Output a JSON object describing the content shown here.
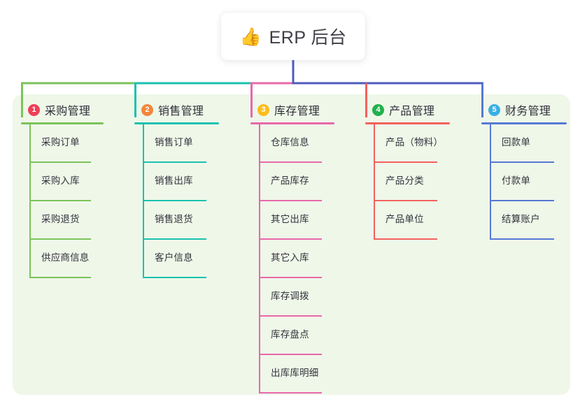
{
  "diagram": {
    "type": "mindmap",
    "title": "ERP 后台",
    "root": {
      "icon": "thumbs-up-icon",
      "emoji": "👍",
      "label": "ERP 后台",
      "stem_color": "#4e5bbd"
    },
    "panel_color": "#eff7e9",
    "branches": [
      {
        "number": "1",
        "label": "采购管理",
        "badge_color": "#ef4056",
        "line_color": "#7bc35a",
        "children": [
          {
            "label": "采购订单"
          },
          {
            "label": "采购入库"
          },
          {
            "label": "采购退货"
          },
          {
            "label": "供应商信息"
          }
        ]
      },
      {
        "number": "2",
        "label": "销售管理",
        "badge_color": "#f2873a",
        "line_color": "#19c2ae",
        "children": [
          {
            "label": "销售订单"
          },
          {
            "label": "销售出库"
          },
          {
            "label": "销售退货"
          },
          {
            "label": "客户信息"
          }
        ]
      },
      {
        "number": "3",
        "label": "库存管理",
        "badge_color": "#fbbd1b",
        "line_color": "#e868aa",
        "children": [
          {
            "label": "仓库信息"
          },
          {
            "label": "产品库存"
          },
          {
            "label": "其它出库"
          },
          {
            "label": "其它入库"
          },
          {
            "label": "库存调拨"
          },
          {
            "label": "库存盘点"
          },
          {
            "label": "出库库明细"
          }
        ]
      },
      {
        "number": "4",
        "label": "产品管理",
        "badge_color": "#22b14c",
        "line_color": "#f4615c",
        "children": [
          {
            "label": "产品（物料）"
          },
          {
            "label": "产品分类"
          },
          {
            "label": "产品单位"
          }
        ]
      },
      {
        "number": "5",
        "label": "财务管理",
        "badge_color": "#3ab0e6",
        "line_color": "#5579d6",
        "children": [
          {
            "label": "回款单"
          },
          {
            "label": "付款单"
          },
          {
            "label": "结算账户"
          }
        ]
      }
    ]
  }
}
